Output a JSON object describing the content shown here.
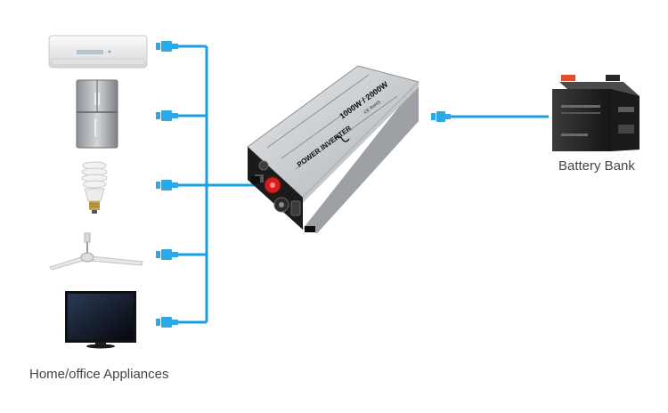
{
  "labels": {
    "battery_bank": "Battery Bank",
    "appliances": "Home/office Appliances"
  },
  "inverter": {
    "brand_text": "POWER INVERTER",
    "rating_text": "1000W / 2000W",
    "cert_text": "CE RoHS"
  },
  "appliances": [
    {
      "name": "Air Conditioner",
      "icon": "air-conditioner-icon"
    },
    {
      "name": "Refrigerator",
      "icon": "refrigerator-icon"
    },
    {
      "name": "Light Bulb",
      "icon": "cfl-bulb-icon"
    },
    {
      "name": "Ceiling Fan",
      "icon": "ceiling-fan-icon"
    },
    {
      "name": "Television",
      "icon": "television-icon"
    }
  ],
  "colors": {
    "wire": "#1a9fe0",
    "plug": "#2aa9e8",
    "inverter_body": "#c9cccf",
    "battery": "#222222"
  }
}
